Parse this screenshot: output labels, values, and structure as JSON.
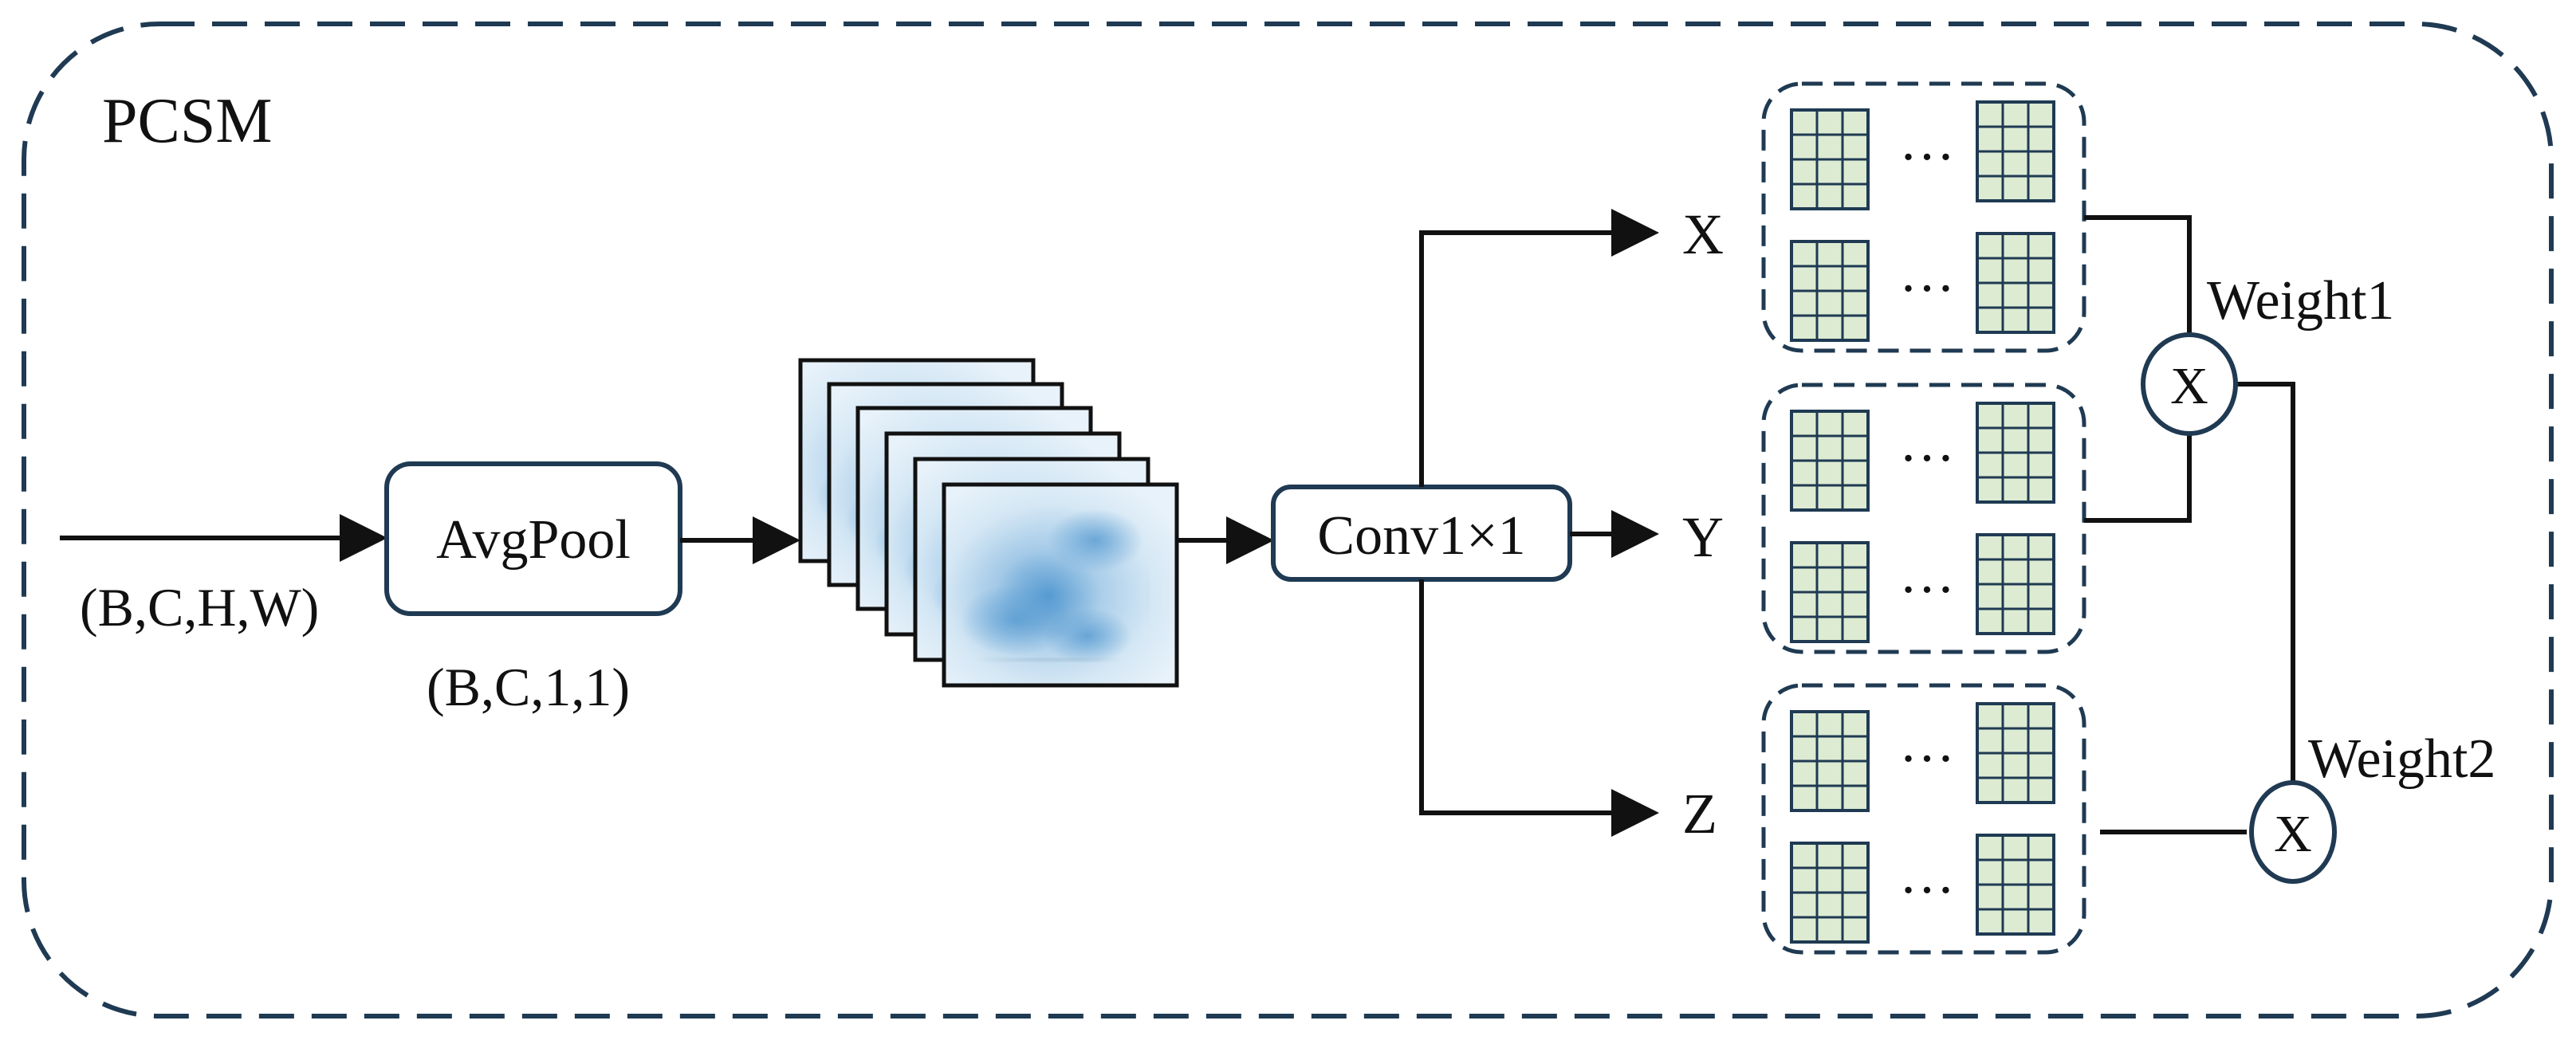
{
  "module_label": "PCSM",
  "avgpool_label": "AvgPool",
  "conv_label": "Conv1×1",
  "input_shape": "(B,C,H,W)",
  "pooled_shape": "(B,C,1,1)",
  "branches": [
    "X",
    "Y",
    "Z"
  ],
  "ellipsis": "…",
  "weights": [
    "Weight1",
    "Weight2"
  ],
  "multiply_symbol": "X",
  "colors": {
    "frame": "#1f3a52",
    "line": "#111111",
    "cell_fill": "#dcebd2",
    "grid_line": "#1f3a52",
    "feature_light": "#e8f2fa",
    "feature_mid": "#a9cde9",
    "feature_dark": "#4f96cf"
  }
}
